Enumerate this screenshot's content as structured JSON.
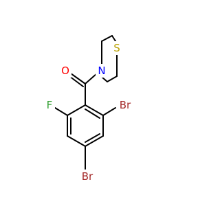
{
  "colors": {
    "background": "#ffffff",
    "bond": "#000000",
    "O": "#ff0000",
    "N": "#0000ff",
    "S": "#b8a000",
    "F": "#33a033",
    "Br": "#a52a2a"
  },
  "atoms": [
    {
      "id": "S",
      "label": "S"
    },
    {
      "id": "N",
      "label": "N"
    },
    {
      "id": "O",
      "label": "O"
    },
    {
      "id": "F",
      "label": "F"
    },
    {
      "id": "Br1",
      "label": "Br"
    },
    {
      "id": "Br2",
      "label": "Br"
    }
  ]
}
